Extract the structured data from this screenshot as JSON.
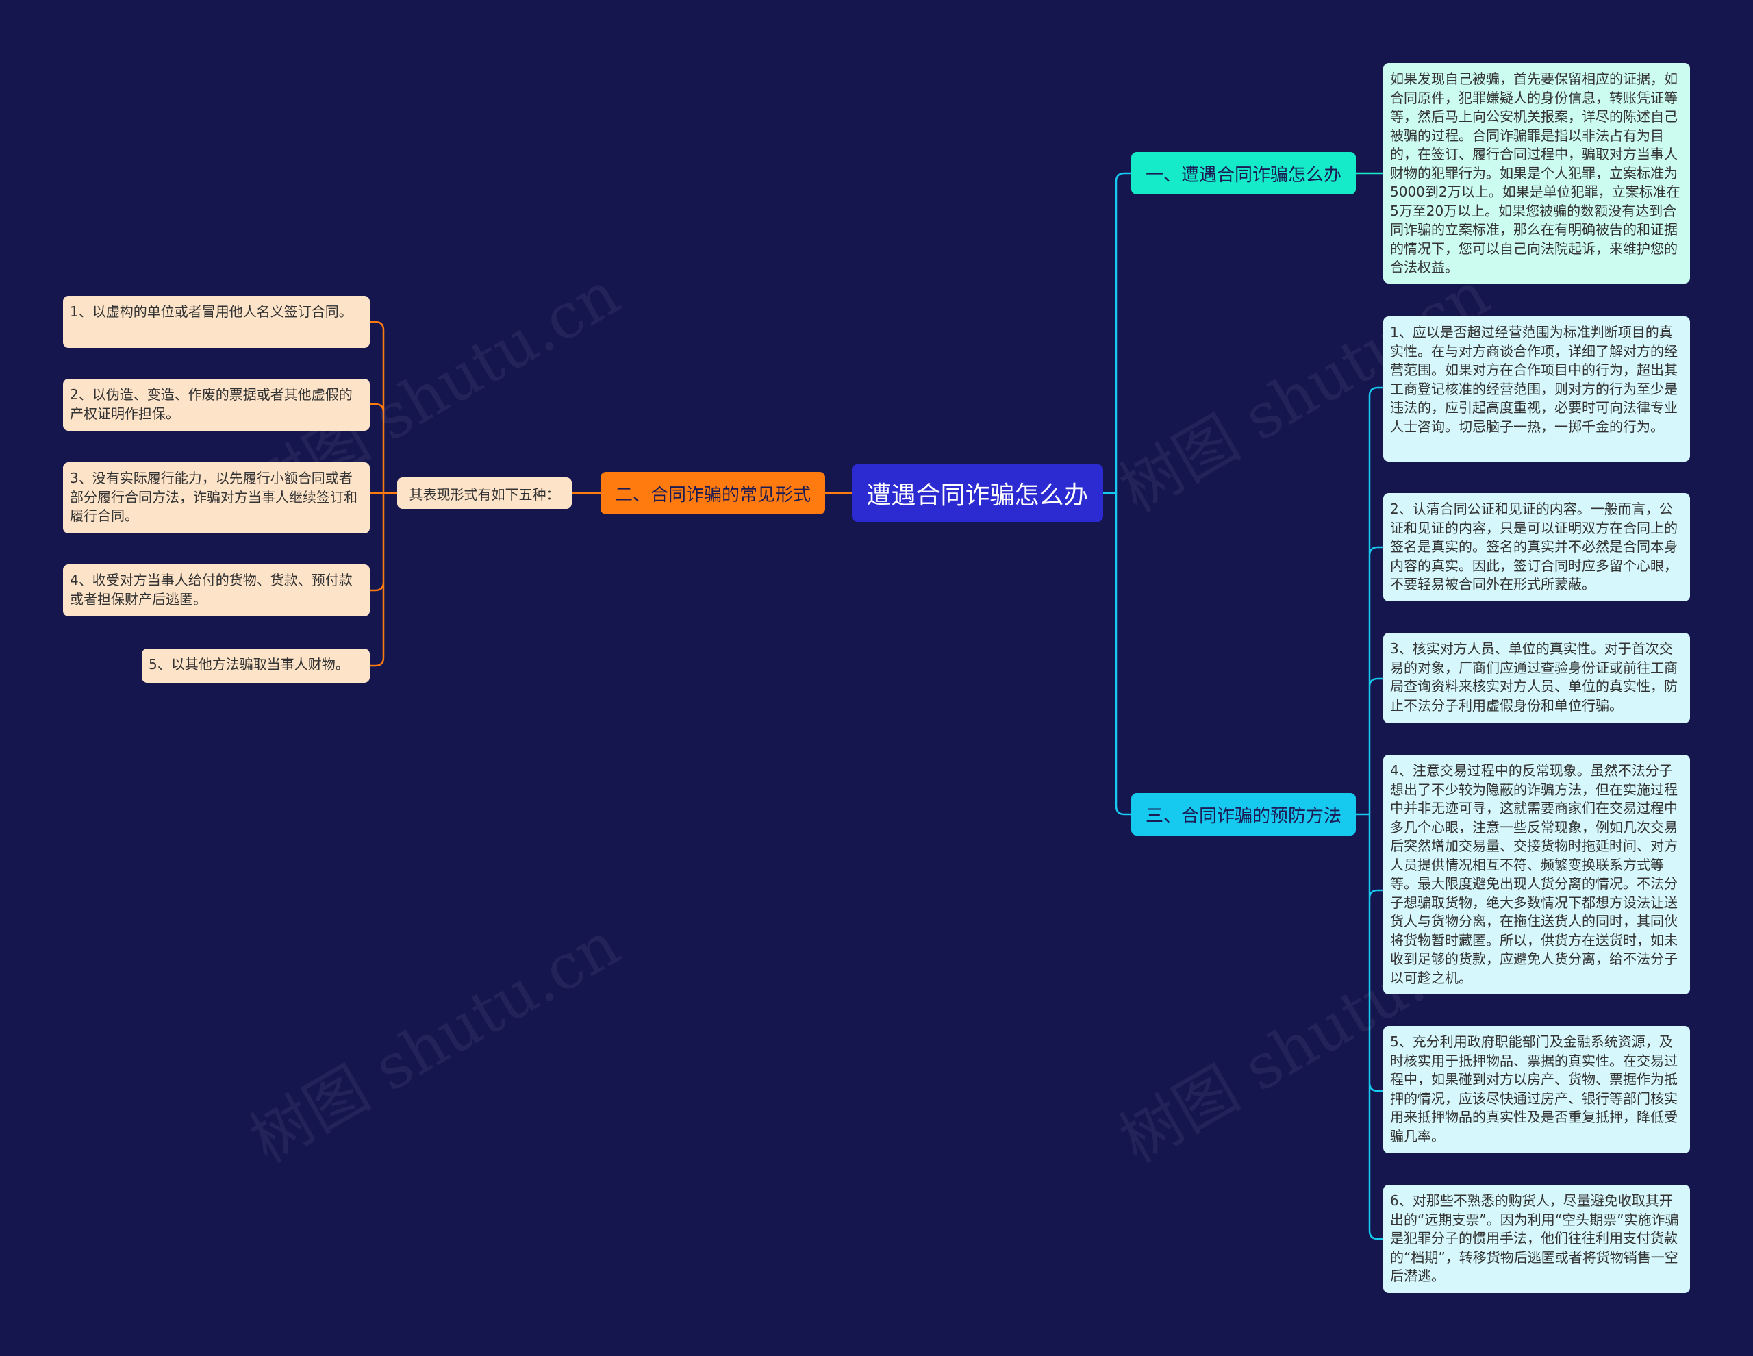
{
  "root": {
    "label": "遭遇合同诈骗怎么办"
  },
  "branch_left": {
    "label": "二、合同诈骗的常见形式",
    "connector": "其表现形式有如下五种：",
    "items": [
      "1、以虚构的单位或者冒用他人名义签订合同。",
      "2、以伪造、变造、作废的票据或者其他虚假的产权证明作担保。",
      "3、没有实际履行能力，以先履行小额合同或者部分履行合同方法，诈骗对方当事人继续签订和履行合同。",
      "4、收受对方当事人给付的货物、货款、预付款或者担保财产后逃匿。",
      "5、以其他方法骗取当事人财物。"
    ]
  },
  "branch_right_1": {
    "label": "一、遭遇合同诈骗怎么办",
    "text": "如果发现自己被骗，首先要保留相应的证据，如合同原件，犯罪嫌疑人的身份信息，转账凭证等等，然后马上向公安机关报案，详尽的陈述自己被骗的过程。合同诈骗罪是指以非法占有为目的，在签订、履行合同过程中，骗取对方当事人财物的犯罪行为。如果是个人犯罪，立案标准为5000到2万以上。如果是单位犯罪，立案标准在5万至20万以上。如果您被骗的数额没有达到合同诈骗的立案标准，那么在有明确被告的和证据的情况下，您可以自己向法院起诉，来维护您的合法权益。"
  },
  "branch_right_3": {
    "label": "三、合同诈骗的预防方法",
    "items": [
      "1、应以是否超过经营范围为标准判断项目的真实性。在与对方商谈合作项，详细了解对方的经营范围。如果对方在合作项目中的行为，超出其工商登记核准的经营范围，则对方的行为至少是违法的，应引起高度重视，必要时可向法律专业人士咨询。切忌脑子一热，一掷千金的行为。",
      "2、认清合同公证和见证的内容。一般而言，公证和见证的内容，只是可以证明双方在合同上的签名是真实的。签名的真实并不必然是合同本身内容的真实。因此，签订合同时应多留个心眼，不要轻易被合同外在形式所蒙蔽。",
      "3、核实对方人员、单位的真实性。对于首次交易的对象，厂商们应通过查验身份证或前往工商局查询资料来核实对方人员、单位的真实性，防止不法分子利用虚假身份和单位行骗。",
      "4、注意交易过程中的反常现象。虽然不法分子想出了不少较为隐蔽的诈骗方法，但在实施过程中并非无迹可寻，这就需要商家们在交易过程中多几个心眼，注意一些反常现象，例如几次交易后突然增加交易量、交接货物时拖延时间、对方人员提供情况相互不符、频繁变换联系方式等等。最大限度避免出现人货分离的情况。不法分子想骗取货物，绝大多数情况下都想方设法让送货人与货物分离，在拖住送货人的同时，其同伙将货物暂时藏匿。所以，供货方在送货时，如未收到足够的货款，应避免人货分离，给不法分子以可趁之机。",
      "5、充分利用政府职能部门及金融系统资源，及时核实用于抵押物品、票据的真实性。在交易过程中，如果碰到对方以房产、货物、票据作为抵押的情况，应该尽快通过房产、银行等部门核实用来抵押物品的真实性及是否重复抵押，降低受骗几率。",
      "6、对那些不熟悉的购货人，尽量避免收取其开出的“远期支票”。因为利用“空头期票”实施诈骗是犯罪分子的惯用手法，他们往往利用支付货款的“档期”，转移货物后逃匿或者将货物销售一空后潜逃。"
    ]
  },
  "colors": {
    "background": "#16164f",
    "root": "#2b2bd1",
    "orange": "#ff7a0f",
    "green": "#15ebc9",
    "cyan": "#15c9ef"
  }
}
